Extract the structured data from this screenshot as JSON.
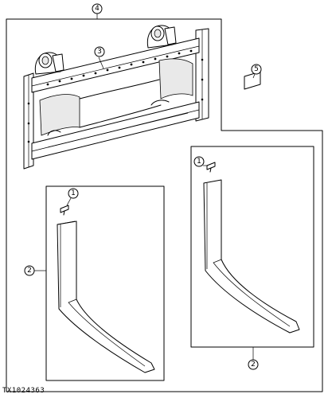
{
  "figure": {
    "id_label": "TX1024363"
  },
  "callouts": {
    "frame_assembly": "4",
    "mounting_frame": "3",
    "decal": "5",
    "fork_left": "2",
    "fork_right": "2",
    "pin_left": "1",
    "pin_right": "1"
  }
}
